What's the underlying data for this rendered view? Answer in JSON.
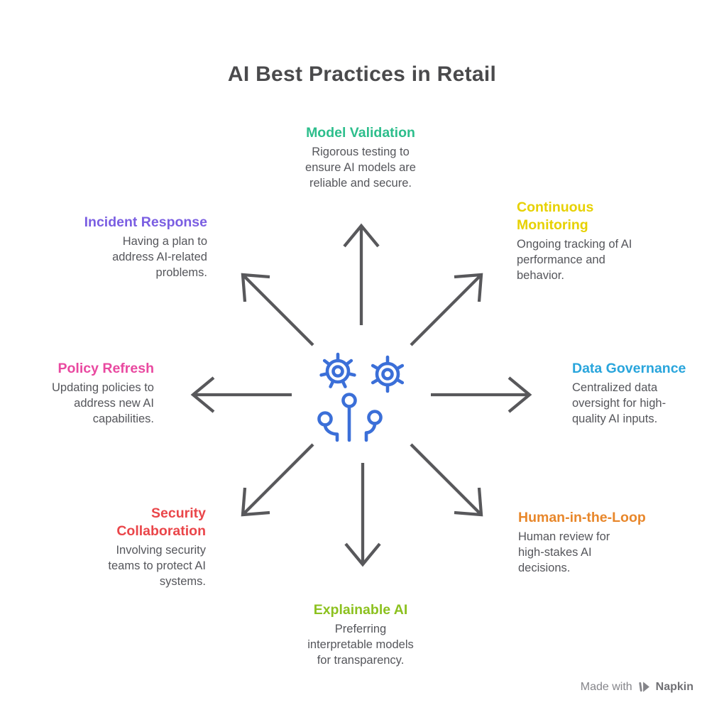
{
  "title": "AI Best Practices in Retail",
  "practices": [
    {
      "id": "model-validation",
      "position": "top",
      "title": "Model Validation",
      "description": "Rigorous testing to\nensure AI models are\nreliable and secure.",
      "color": "#2DBE8C"
    },
    {
      "id": "continuous-monitoring",
      "position": "top-right",
      "title": "Continuous\nMonitoring",
      "description": "Ongoing tracking of AI\nperformance and\nbehavior.",
      "color": "#E7D100"
    },
    {
      "id": "data-governance",
      "position": "right",
      "title": "Data Governance",
      "description": "Centralized data\noversight for high-\nquality AI inputs.",
      "color": "#29A5DC"
    },
    {
      "id": "human-in-the-loop",
      "position": "bottom-right",
      "title": "Human-in-the-Loop",
      "description": "Human review for\nhigh-stakes AI\ndecisions.",
      "color": "#E8872B"
    },
    {
      "id": "explainable-ai",
      "position": "bottom",
      "title": "Explainable AI",
      "description": "Preferring\ninterpretable models\nfor transparency.",
      "color": "#8CC11F"
    },
    {
      "id": "security-collaboration",
      "position": "bottom-left",
      "title": "Security\nCollaboration",
      "description": "Involving security\nteams to protect AI\nsystems.",
      "color": "#EA464A"
    },
    {
      "id": "policy-refresh",
      "position": "left",
      "title": "Policy Refresh",
      "description": "Updating policies to\naddress new AI\ncapabilities.",
      "color": "#E949A0"
    },
    {
      "id": "incident-response",
      "position": "top-left",
      "title": "Incident Response",
      "description": "Having a plan to\naddress AI-related\nproblems.",
      "color": "#7A5EE2"
    }
  ],
  "center_icon": "ai-gears-circuit-icon",
  "footer": {
    "made_with": "Made with",
    "brand": "Napkin"
  },
  "colors": {
    "title": "#4A4A4C",
    "body_text": "#55565B",
    "arrow": "#58585B",
    "icon": "#3B6FD8",
    "footer_text": "#85858A",
    "footer_brand": "#707074"
  }
}
